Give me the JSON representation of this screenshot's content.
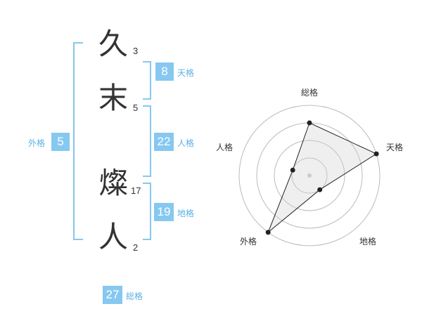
{
  "name": {
    "chars": [
      {
        "char": "久",
        "strokes": "3"
      },
      {
        "char": "末",
        "strokes": "5"
      },
      {
        "char": "燦",
        "strokes": "17"
      },
      {
        "char": "人",
        "strokes": "2"
      }
    ]
  },
  "fortunes": {
    "tenkaku": {
      "value": "8",
      "label": "天格"
    },
    "jinkaku": {
      "value": "22",
      "label": "人格"
    },
    "chikaku": {
      "value": "19",
      "label": "地格"
    },
    "gaikaku": {
      "value": "5",
      "label": "外格"
    },
    "soukaku": {
      "value": "27",
      "label": "総格"
    }
  },
  "colors": {
    "accent": "#86c8f0",
    "label": "#5ab0e8"
  },
  "chart_data": {
    "type": "radar",
    "axes": [
      "総格",
      "天格",
      "地格",
      "外格",
      "人格"
    ],
    "values": [
      3,
      4,
      1,
      4,
      1
    ],
    "rmax": 4,
    "rings": 4
  }
}
